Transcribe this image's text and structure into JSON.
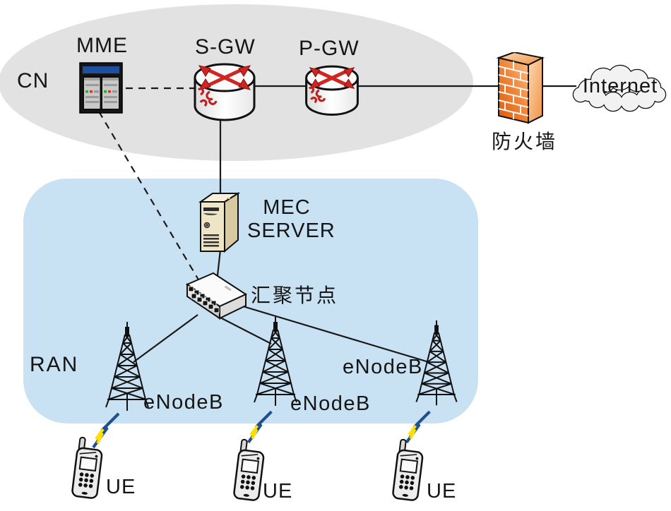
{
  "diagram": {
    "regions": {
      "cn": "CN",
      "ran": "RAN"
    },
    "core": {
      "mme": "MME",
      "sgw": "S-GW",
      "pgw": "P-GW"
    },
    "edge": {
      "mec_line1": "MEC",
      "mec_line2": "SERVER",
      "aggregation": "汇聚节点"
    },
    "access": {
      "enodeb1": "eNodeB",
      "enodeb2": "eNodeB",
      "enodeb3": "eNodeB",
      "ue1": "UE",
      "ue2": "UE",
      "ue3": "UE"
    },
    "external": {
      "firewall": "防火墙",
      "internet": "Internet"
    },
    "colors": {
      "cn_region": "#e2e2e2",
      "ran_region": "#c8e1f3",
      "line": "#1a1a1a",
      "router_arrow_red": "#d02622",
      "firewall_orange": "#ed7c2b",
      "server_beige": "#ede5c6",
      "bolt_blue": "#1e4f90",
      "bolt_yellow": "#ffe000"
    }
  }
}
